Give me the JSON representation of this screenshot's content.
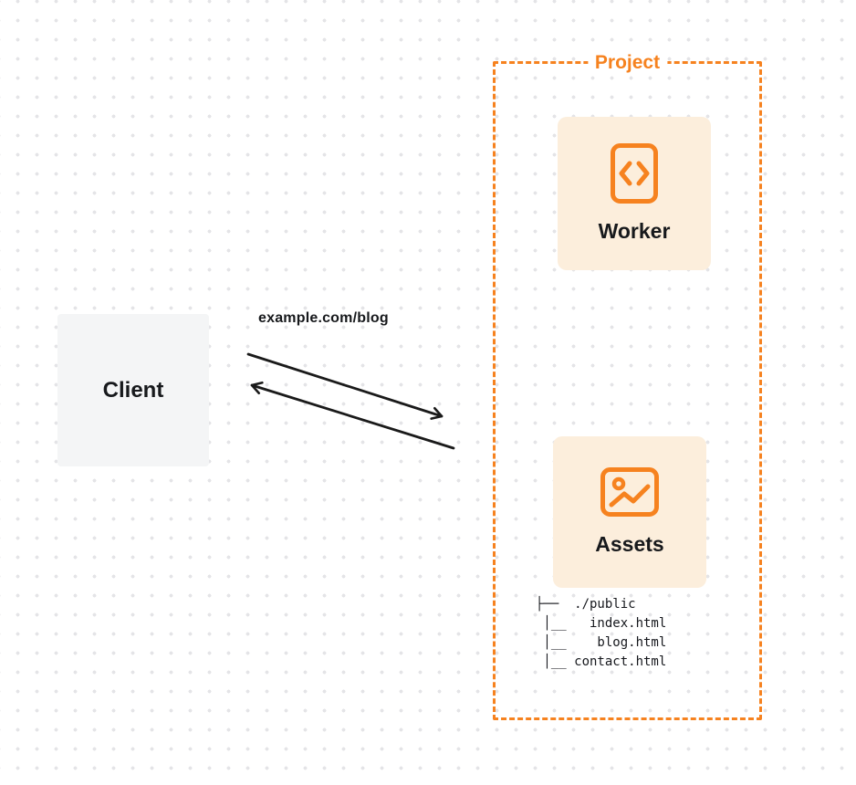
{
  "diagram": {
    "client": {
      "label": "Client"
    },
    "request": {
      "label": "example.com/blog"
    },
    "project": {
      "label": "Project",
      "worker": {
        "label": "Worker",
        "icon": "code-icon"
      },
      "assets": {
        "label": "Assets",
        "icon": "image-icon"
      },
      "file_tree": "├──  ./public\n │__   index.html\n │__    blog.html\n │__ contact.html"
    },
    "colors": {
      "accent_orange": "#F6821F",
      "card_background": "#FCEEDC",
      "client_background": "#F4F5F6",
      "arrow_black": "#1A1A1A"
    }
  }
}
